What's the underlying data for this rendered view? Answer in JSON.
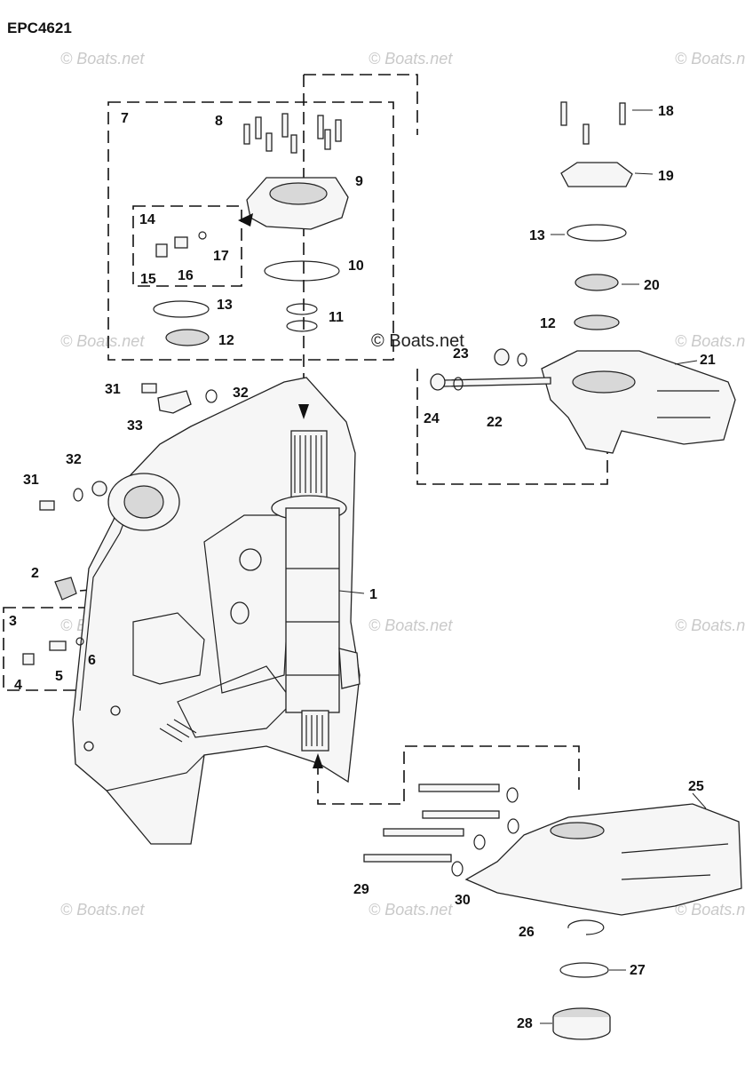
{
  "diagram": {
    "code": "EPC4621",
    "watermark": "© Boats.net",
    "center_watermark": "© Boats.net",
    "callouts": {
      "c1": "1",
      "c2": "2",
      "c3": "3",
      "c4": "4",
      "c5": "5",
      "c6": "6",
      "c7": "7",
      "c8": "8",
      "c9": "9",
      "c10": "10",
      "c11": "11",
      "c12a": "12",
      "c12b": "12",
      "c13a": "13",
      "c13b": "13",
      "c14": "14",
      "c15": "15",
      "c16": "16",
      "c17": "17",
      "c18": "18",
      "c19": "19",
      "c20": "20",
      "c21": "21",
      "c22": "22",
      "c23": "23",
      "c24": "24",
      "c25": "25",
      "c26": "26",
      "c27": "27",
      "c28": "28",
      "c29": "29",
      "c30": "30",
      "c31a": "31",
      "c31b": "31",
      "c32a": "32",
      "c32b": "32",
      "c33": "33"
    }
  }
}
